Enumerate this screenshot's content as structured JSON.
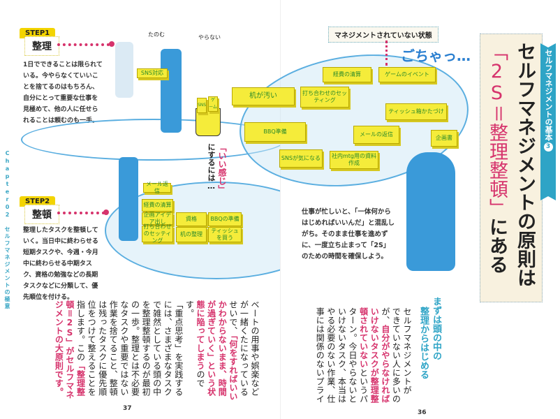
{
  "chapter_side": "Chapter02　セルフマネジメントの極意",
  "series_label": "セルフマネジメントの基本",
  "series_number": "3",
  "title_part1": "セルフマネジメントの原則は",
  "title_part2": "「2S＝整理整頓」",
  "title_part3": "にある",
  "step1": {
    "tag": "STEP1",
    "title": "整理",
    "desc": "1日でできることは限られている。今やらなくていいことを捨てるのはもちろん、自分にとって重要な仕事を見極めて、他の人に任せられることは頼むのも一手。"
  },
  "step2": {
    "tag": "STEP2",
    "title": "整頓",
    "desc": "整理したタスクを整頓していく。当日中に終わらせる短期タスクや、今週・今月中に終わらせる中期タスク、資格の勉強などの長期タスクなどに分類して、優先順位を付ける。"
  },
  "illustration": {
    "unmanaged_label": "マネジメントされていない状態",
    "sound_effect": "ごちゃっ…",
    "arrow_label_em": "「いい感じ」",
    "arrow_label": "にするには…",
    "speech_tanomu": "たのむ",
    "speech_yaranai": "やらない",
    "bucket_items": [
      "SNS",
      "ゲーム"
    ],
    "handed_item": "SNS対応",
    "messy_boxes": [
      "経費の清算",
      "ゲームのイベント",
      "机が汚い",
      "打ち合わせのセッティング",
      "ティッシュ箱かたづけ",
      "BBQ準備",
      "メールの返信",
      "企画書",
      "SNSが気になる",
      "社内mtg用の資料作成"
    ],
    "sorted_boxes": [
      "メール返信",
      "経費の清算",
      "企画アイデア出し",
      "打ち合わせのセッティング",
      "資格",
      "机の整理",
      "BBQの準備",
      "ティッシュを買う"
    ],
    "caption": "仕事が忙しいと、「一体何からはじめればいいんだ」と混乱しがち。そのまま仕事を進めずに、一度立ち止まって「2S」のための時間を確保しよう。"
  },
  "section_heading": [
    "まずは頭の中の",
    "整理からはじめる"
  ],
  "right_body": [
    [
      [
        "セルフマネジメントが",
        0
      ]
    ],
    [
      [
        "できていない人に多いの",
        0
      ]
    ],
    [
      [
        "が、",
        0
      ],
      [
        "自分がやらなければ",
        1
      ]
    ],
    [
      [
        "いけないタスクが整理整",
        1
      ]
    ],
    [
      [
        "頓されていない",
        1
      ],
      [
        "というパ",
        0
      ]
    ],
    [
      [
        "ターン。今日やらないと",
        0
      ]
    ],
    [
      [
        "いけないタスク、本当は",
        0
      ]
    ],
    [
      [
        "やる必要のない作業、仕",
        0
      ]
    ],
    [
      [
        "事には関係のないプライ",
        0
      ]
    ]
  ],
  "left_body": [
    [
      [
        "ベートの用事や娯楽など",
        0
      ]
    ],
    [
      [
        "が一緒くたになっている",
        0
      ]
    ],
    [
      [
        "せいで、",
        0
      ],
      [
        "「何をすればいい",
        1
      ]
    ],
    [
      [
        "かわからないまま、時間",
        1
      ]
    ],
    [
      [
        "が過ぎていく」という状",
        1
      ]
    ],
    [
      [
        "態に陥ってしまう",
        1
      ],
      [
        "のです。",
        0
      ]
    ],
    [
      [
        "「重点思考」を実践する",
        0
      ]
    ],
    [
      [
        "には、さまざまなタスク",
        0
      ]
    ],
    [
      [
        "で雑然としている頭の中",
        0
      ]
    ],
    [
      [
        "を整理整頓するのが最初",
        0
      ]
    ],
    [
      [
        "の一歩。整理とは不必要",
        0
      ]
    ],
    [
      [
        "なタスクや重要ではない",
        0
      ]
    ],
    [
      [
        "作業を捨てること、整頓",
        0
      ]
    ],
    [
      [
        "は残ったタスクに優先順",
        0
      ]
    ],
    [
      [
        "位をつけて整えることを",
        0
      ]
    ],
    [
      [
        "指します。この",
        0
      ],
      [
        "「整理整",
        1
      ]
    ],
    [
      [
        "頓＝2S」がセルフマネ",
        1
      ]
    ],
    [
      [
        "ジメントの大原則です。",
        1
      ]
    ]
  ],
  "page_left": "37",
  "page_right": "36"
}
